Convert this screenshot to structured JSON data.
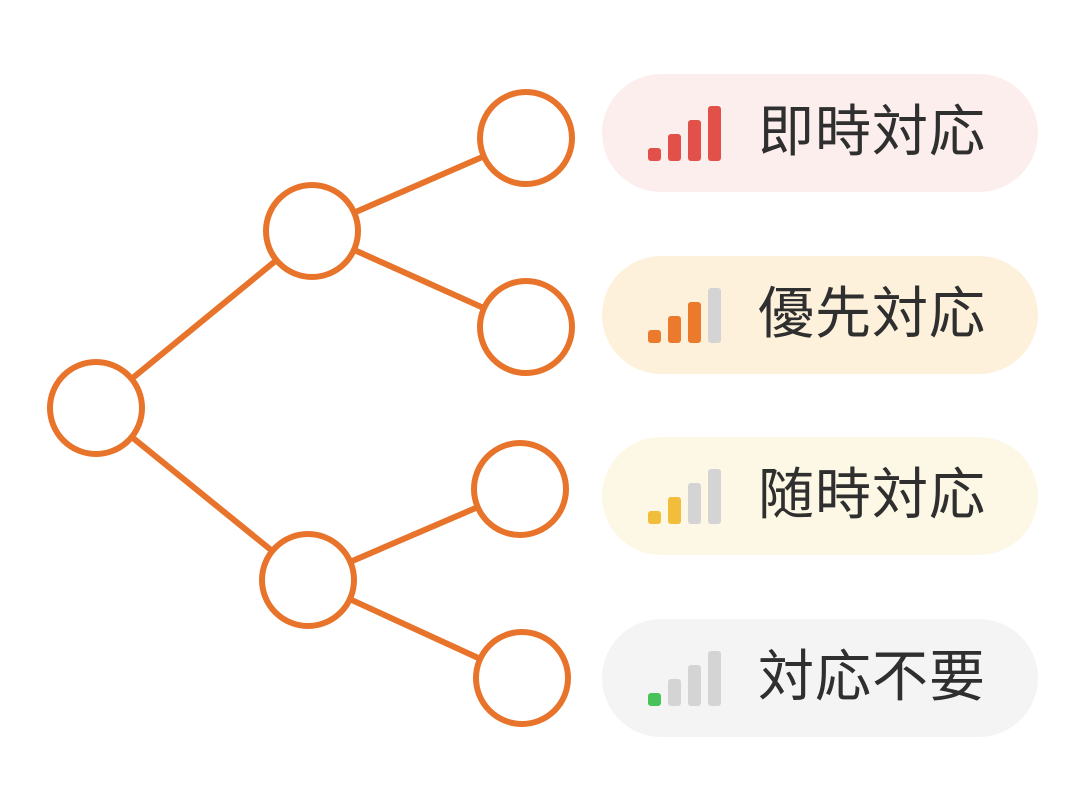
{
  "colors": {
    "tree_stroke": "#e8732a",
    "node_fill": "#ffffff",
    "bar_off": "#d4d4d4",
    "label_text": "#2f2f2f"
  },
  "tree": {
    "nodes": [
      "root",
      "branch-top",
      "branch-bottom",
      "leaf-1",
      "leaf-2",
      "leaf-3",
      "leaf-4"
    ],
    "edges": [
      [
        "root",
        "branch-top"
      ],
      [
        "root",
        "branch-bottom"
      ],
      [
        "branch-top",
        "leaf-1"
      ],
      [
        "branch-top",
        "leaf-2"
      ],
      [
        "branch-bottom",
        "leaf-3"
      ],
      [
        "branch-bottom",
        "leaf-4"
      ]
    ]
  },
  "priorities": [
    {
      "label": "即時対応",
      "level": 4,
      "bar_color": "#e2504a",
      "bg": "#fdeeee"
    },
    {
      "label": "優先対応",
      "level": 3,
      "bar_color": "#ec7a2c",
      "bg": "#fdf1dc"
    },
    {
      "label": "随時対応",
      "level": 2,
      "bar_color": "#f2bd3a",
      "bg": "#fdf7e5"
    },
    {
      "label": "対応不要",
      "level": 1,
      "bar_color": "#49c25a",
      "bg": "#f4f4f4"
    }
  ]
}
